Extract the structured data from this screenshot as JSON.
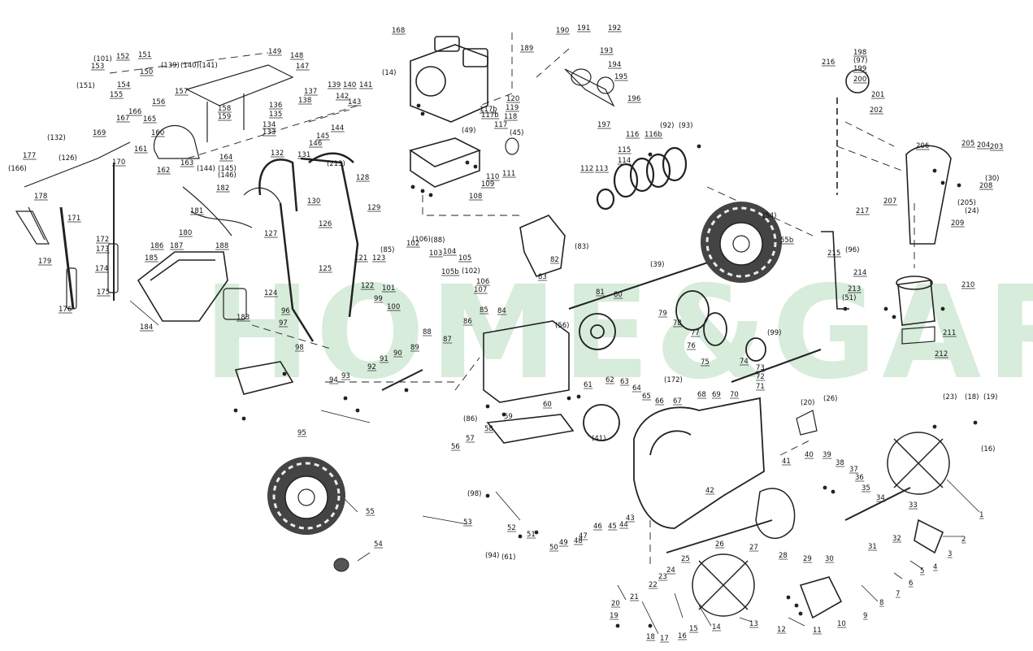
{
  "watermark": {
    "text": "HOME&GARDEN",
    "color": "#8cc896"
  },
  "palette": {
    "ink": "#222222",
    "wheel": "#333333",
    "background": "#ffffff"
  },
  "parts": [
    {
      "id": "1",
      "label": "1"
    },
    {
      "id": "2",
      "label": "2"
    },
    {
      "id": "3",
      "label": "3"
    },
    {
      "id": "4",
      "label": "4"
    },
    {
      "id": "5",
      "label": "5"
    },
    {
      "id": "6",
      "label": "6"
    },
    {
      "id": "7",
      "label": "7"
    },
    {
      "id": "8",
      "label": "8"
    },
    {
      "id": "9",
      "label": "9"
    },
    {
      "id": "10",
      "label": "10"
    },
    {
      "id": "11",
      "label": "11"
    },
    {
      "id": "12",
      "label": "12"
    },
    {
      "id": "13",
      "label": "13"
    },
    {
      "id": "14",
      "label": "14"
    },
    {
      "id": "15",
      "label": "15"
    },
    {
      "id": "16",
      "label": "16"
    },
    {
      "id": "17",
      "label": "17"
    },
    {
      "id": "18",
      "label": "18"
    },
    {
      "id": "19",
      "label": "19"
    },
    {
      "id": "20",
      "label": "20"
    },
    {
      "id": "21",
      "label": "21"
    },
    {
      "id": "22",
      "label": "22"
    },
    {
      "id": "23",
      "label": "23"
    },
    {
      "id": "24",
      "label": "24"
    },
    {
      "id": "25",
      "label": "25"
    },
    {
      "id": "26",
      "label": "26"
    },
    {
      "id": "27",
      "label": "27"
    },
    {
      "id": "28",
      "label": "28"
    },
    {
      "id": "29",
      "label": "29"
    },
    {
      "id": "30",
      "label": "30"
    },
    {
      "id": "31",
      "label": "31"
    },
    {
      "id": "32",
      "label": "32"
    },
    {
      "id": "33",
      "label": "33"
    },
    {
      "id": "34",
      "label": "34"
    },
    {
      "id": "35",
      "label": "35"
    },
    {
      "id": "36",
      "label": "36"
    },
    {
      "id": "37",
      "label": "37"
    },
    {
      "id": "38",
      "label": "38"
    },
    {
      "id": "39",
      "label": "39"
    },
    {
      "id": "40",
      "label": "40"
    },
    {
      "id": "41",
      "label": "41"
    },
    {
      "id": "42",
      "label": "42"
    },
    {
      "id": "43",
      "label": "43"
    },
    {
      "id": "44",
      "label": "44"
    },
    {
      "id": "45",
      "label": "45"
    },
    {
      "id": "46",
      "label": "46"
    },
    {
      "id": "47",
      "label": "47"
    },
    {
      "id": "48",
      "label": "48"
    },
    {
      "id": "49",
      "label": "49"
    },
    {
      "id": "50",
      "label": "50"
    },
    {
      "id": "51",
      "label": "51"
    },
    {
      "id": "52",
      "label": "52"
    },
    {
      "id": "53",
      "label": "53"
    },
    {
      "id": "54",
      "label": "54"
    },
    {
      "id": "55",
      "label": "55"
    },
    {
      "id": "56",
      "label": "56"
    },
    {
      "id": "57",
      "label": "57"
    },
    {
      "id": "58",
      "label": "58"
    },
    {
      "id": "59",
      "label": "59"
    },
    {
      "id": "60",
      "label": "60"
    },
    {
      "id": "61",
      "label": "61"
    },
    {
      "id": "62",
      "label": "62"
    },
    {
      "id": "63",
      "label": "63"
    },
    {
      "id": "64",
      "label": "64"
    },
    {
      "id": "65",
      "label": "65"
    },
    {
      "id": "66",
      "label": "66"
    },
    {
      "id": "67",
      "label": "67"
    },
    {
      "id": "68",
      "label": "68"
    },
    {
      "id": "69",
      "label": "69"
    },
    {
      "id": "70",
      "label": "70"
    },
    {
      "id": "71",
      "label": "71"
    },
    {
      "id": "72",
      "label": "72"
    },
    {
      "id": "73",
      "label": "73"
    },
    {
      "id": "74",
      "label": "74"
    },
    {
      "id": "75",
      "label": "75"
    },
    {
      "id": "76",
      "label": "76"
    },
    {
      "id": "77",
      "label": "77"
    },
    {
      "id": "78",
      "label": "78"
    },
    {
      "id": "79",
      "label": "79"
    },
    {
      "id": "80",
      "label": "80"
    },
    {
      "id": "81",
      "label": "81"
    },
    {
      "id": "82",
      "label": "82"
    },
    {
      "id": "83",
      "label": "83"
    },
    {
      "id": "84",
      "label": "84"
    },
    {
      "id": "85",
      "label": "85"
    },
    {
      "id": "86",
      "label": "86"
    },
    {
      "id": "87",
      "label": "87"
    },
    {
      "id": "88",
      "label": "88"
    },
    {
      "id": "89",
      "label": "89"
    },
    {
      "id": "90",
      "label": "90"
    },
    {
      "id": "91",
      "label": "91"
    },
    {
      "id": "92",
      "label": "92"
    },
    {
      "id": "93",
      "label": "93"
    },
    {
      "id": "94",
      "label": "94"
    },
    {
      "id": "95",
      "label": "95"
    },
    {
      "id": "96",
      "label": "96"
    },
    {
      "id": "97",
      "label": "97"
    },
    {
      "id": "98",
      "label": "98"
    },
    {
      "id": "99",
      "label": "99"
    },
    {
      "id": "100",
      "label": "100"
    },
    {
      "id": "101",
      "label": "101"
    },
    {
      "id": "102",
      "label": "102"
    },
    {
      "id": "103",
      "label": "103"
    },
    {
      "id": "104",
      "label": "104"
    },
    {
      "id": "105",
      "label": "105"
    },
    {
      "id": "106",
      "label": "106"
    },
    {
      "id": "107",
      "label": "107"
    },
    {
      "id": "108",
      "label": "108"
    },
    {
      "id": "109",
      "label": "109"
    },
    {
      "id": "110",
      "label": "110"
    },
    {
      "id": "111",
      "label": "111"
    },
    {
      "id": "112",
      "label": "112"
    },
    {
      "id": "113",
      "label": "113"
    },
    {
      "id": "114",
      "label": "114"
    },
    {
      "id": "115",
      "label": "115"
    },
    {
      "id": "116",
      "label": "116"
    },
    {
      "id": "116b",
      "label": "116b"
    },
    {
      "id": "117",
      "label": "117"
    },
    {
      "id": "117b",
      "label": "117b"
    },
    {
      "id": "118",
      "label": "118"
    },
    {
      "id": "119",
      "label": "119"
    },
    {
      "id": "120",
      "label": "120"
    },
    {
      "id": "121",
      "label": "121"
    },
    {
      "id": "122",
      "label": "122"
    },
    {
      "id": "123",
      "label": "123"
    },
    {
      "id": "124",
      "label": "124"
    },
    {
      "id": "125",
      "label": "125"
    },
    {
      "id": "126",
      "label": "126"
    },
    {
      "id": "127",
      "label": "127"
    },
    {
      "id": "128",
      "label": "128"
    },
    {
      "id": "129",
      "label": "129"
    },
    {
      "id": "130",
      "label": "130"
    },
    {
      "id": "131",
      "label": "131"
    },
    {
      "id": "132",
      "label": "132"
    },
    {
      "id": "133",
      "label": "133"
    },
    {
      "id": "134",
      "label": "134"
    },
    {
      "id": "135",
      "label": "135"
    },
    {
      "id": "136",
      "label": "136"
    },
    {
      "id": "137",
      "label": "137"
    },
    {
      "id": "138",
      "label": "138"
    },
    {
      "id": "139",
      "label": "139"
    },
    {
      "id": "140",
      "label": "140"
    },
    {
      "id": "141",
      "label": "141"
    },
    {
      "id": "142",
      "label": "142"
    },
    {
      "id": "143",
      "label": "143"
    },
    {
      "id": "144",
      "label": "144"
    },
    {
      "id": "145",
      "label": "145"
    },
    {
      "id": "146",
      "label": "146"
    },
    {
      "id": "147",
      "label": "147"
    },
    {
      "id": "148",
      "label": "148"
    },
    {
      "id": "149",
      "label": "149"
    },
    {
      "id": "150",
      "label": "150"
    },
    {
      "id": "151",
      "label": "151"
    },
    {
      "id": "152",
      "label": "152"
    },
    {
      "id": "153",
      "label": "153"
    },
    {
      "id": "154",
      "label": "154"
    },
    {
      "id": "155",
      "label": "155"
    },
    {
      "id": "156",
      "label": "156"
    },
    {
      "id": "157",
      "label": "157"
    },
    {
      "id": "158",
      "label": "158"
    },
    {
      "id": "159",
      "label": "159"
    },
    {
      "id": "160",
      "label": "160"
    },
    {
      "id": "161",
      "label": "161"
    },
    {
      "id": "162",
      "label": "162"
    },
    {
      "id": "163",
      "label": "163"
    },
    {
      "id": "164",
      "label": "164"
    },
    {
      "id": "165",
      "label": "165"
    },
    {
      "id": "166",
      "label": "166"
    },
    {
      "id": "167",
      "label": "167"
    },
    {
      "id": "168",
      "label": "168"
    },
    {
      "id": "169",
      "label": "169"
    },
    {
      "id": "170",
      "label": "170"
    },
    {
      "id": "171",
      "label": "171"
    },
    {
      "id": "172",
      "label": "172"
    },
    {
      "id": "173",
      "label": "173"
    },
    {
      "id": "174",
      "label": "174"
    },
    {
      "id": "175",
      "label": "175"
    },
    {
      "id": "176",
      "label": "176"
    },
    {
      "id": "177",
      "label": "177"
    },
    {
      "id": "178",
      "label": "178"
    },
    {
      "id": "179",
      "label": "179"
    },
    {
      "id": "180",
      "label": "180"
    },
    {
      "id": "181",
      "label": "181"
    },
    {
      "id": "182",
      "label": "182"
    },
    {
      "id": "183",
      "label": "183"
    },
    {
      "id": "184",
      "label": "184"
    },
    {
      "id": "185",
      "label": "185"
    },
    {
      "id": "186",
      "label": "186"
    },
    {
      "id": "187",
      "label": "187"
    },
    {
      "id": "188",
      "label": "188"
    },
    {
      "id": "189",
      "label": "189"
    },
    {
      "id": "190",
      "label": "190"
    },
    {
      "id": "191",
      "label": "191"
    },
    {
      "id": "192",
      "label": "192"
    },
    {
      "id": "193",
      "label": "193"
    },
    {
      "id": "194",
      "label": "194"
    },
    {
      "id": "195",
      "label": "195"
    },
    {
      "id": "196",
      "label": "196"
    },
    {
      "id": "197",
      "label": "197"
    },
    {
      "id": "198",
      "label": "198"
    },
    {
      "id": "199",
      "label": "199"
    },
    {
      "id": "200",
      "label": "200"
    },
    {
      "id": "201",
      "label": "201"
    },
    {
      "id": "202",
      "label": "202"
    },
    {
      "id": "203",
      "label": "203"
    },
    {
      "id": "204",
      "label": "204"
    },
    {
      "id": "205",
      "label": "205"
    },
    {
      "id": "206",
      "label": "206"
    },
    {
      "id": "207",
      "label": "207"
    },
    {
      "id": "208",
      "label": "208"
    },
    {
      "id": "209",
      "label": "209"
    },
    {
      "id": "210",
      "label": "210"
    },
    {
      "id": "211",
      "label": "211"
    },
    {
      "id": "212",
      "label": "212"
    },
    {
      "id": "213",
      "label": "213"
    },
    {
      "id": "214",
      "label": "214"
    },
    {
      "id": "215",
      "label": "215"
    },
    {
      "id": "216",
      "label": "216"
    },
    {
      "id": "217",
      "label": "217"
    },
    {
      "id": "55b",
      "label": "55b"
    },
    {
      "id": "105b",
      "label": "105b"
    },
    {
      "id": "117b2",
      "label": "117b"
    },
    {
      "id": "p14",
      "label": "(14)"
    },
    {
      "id": "p16",
      "label": "(16)"
    },
    {
      "id": "p18",
      "label": "(18)"
    },
    {
      "id": "p19",
      "label": "(19)"
    },
    {
      "id": "p20",
      "label": "(20)"
    },
    {
      "id": "p23",
      "label": "(23)"
    },
    {
      "id": "p24",
      "label": "(24)"
    },
    {
      "id": "p26",
      "label": "(26)"
    },
    {
      "id": "p30",
      "label": "(30)"
    },
    {
      "id": "p39",
      "label": "(39)"
    },
    {
      "id": "p41",
      "label": "(41)"
    },
    {
      "id": "p45",
      "label": "(45)"
    },
    {
      "id": "p49",
      "label": "(49)"
    },
    {
      "id": "p51",
      "label": "(51)"
    },
    {
      "id": "p54",
      "label": "(54)"
    },
    {
      "id": "p56",
      "label": "(56)"
    },
    {
      "id": "p61",
      "label": "(61)"
    },
    {
      "id": "p83",
      "label": "(83)"
    },
    {
      "id": "p85",
      "label": "(85)"
    },
    {
      "id": "p86",
      "label": "(86)"
    },
    {
      "id": "p88",
      "label": "(88)"
    },
    {
      "id": "p92",
      "label": "(92)"
    },
    {
      "id": "p93",
      "label": "(93)"
    },
    {
      "id": "p94",
      "label": "(94)"
    },
    {
      "id": "p96",
      "label": "(96)"
    },
    {
      "id": "p97",
      "label": "(97)"
    },
    {
      "id": "p98",
      "label": "(98)"
    },
    {
      "id": "p99",
      "label": "(99)"
    },
    {
      "id": "p101",
      "label": "(101)"
    },
    {
      "id": "p102",
      "label": "(102)"
    },
    {
      "id": "p106",
      "label": "(106)"
    },
    {
      "id": "p126",
      "label": "(126)"
    },
    {
      "id": "p132",
      "label": "(132)"
    },
    {
      "id": "p139",
      "label": "(139)"
    },
    {
      "id": "p140",
      "label": "(140)"
    },
    {
      "id": "p141",
      "label": "(141)"
    },
    {
      "id": "p144",
      "label": "(144)"
    },
    {
      "id": "p145",
      "label": "(145)"
    },
    {
      "id": "p146",
      "label": "(146)"
    },
    {
      "id": "p151",
      "label": "(151)"
    },
    {
      "id": "p166",
      "label": "(166)"
    },
    {
      "id": "p172",
      "label": "(172)"
    },
    {
      "id": "p205",
      "label": "(205)"
    },
    {
      "id": "p213",
      "label": "(213)"
    }
  ]
}
